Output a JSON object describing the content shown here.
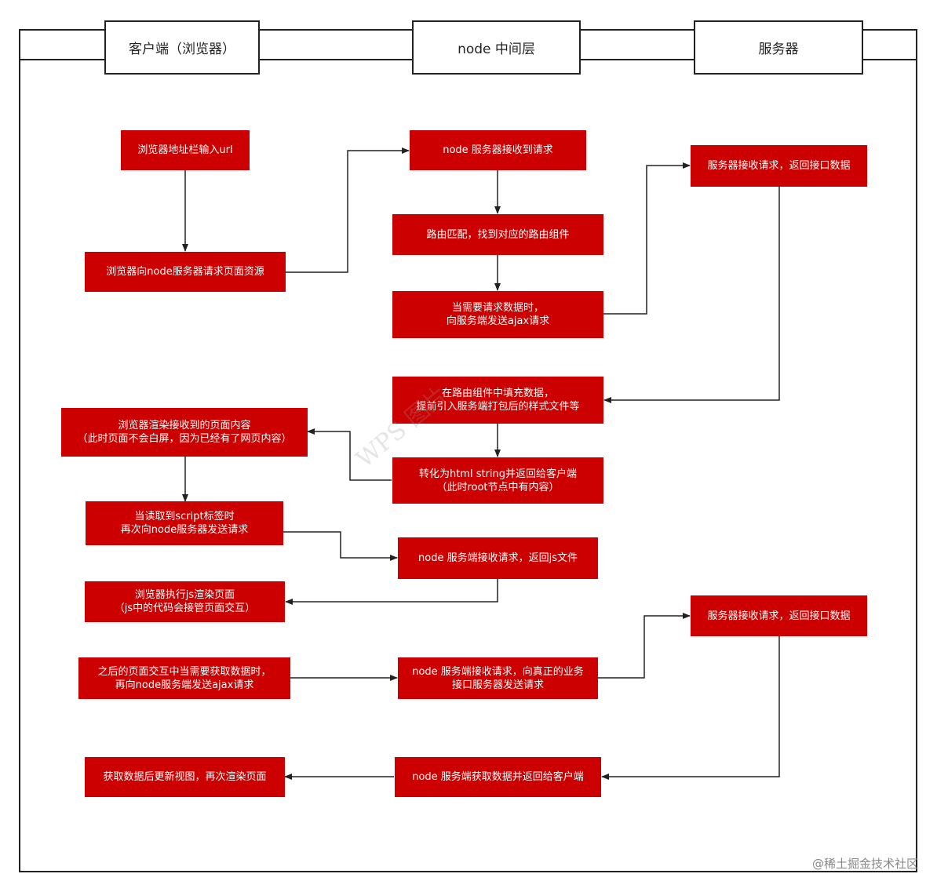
{
  "lanes": {
    "client": "客户端（浏览器）",
    "node": "node 中间层",
    "server": "服务器"
  },
  "nodes": {
    "n1": "浏览器地址栏输入url",
    "n2": "浏览器向node服务器请求页面资源",
    "n3": "node 服务器接收到请求",
    "n4": "路由匹配，找到对应的路由组件",
    "n5": "当需要请求数据时，\n向服务端发送ajax请求",
    "n6": "服务器接收请求，返回接口数据",
    "n7": "在路由组件中填充数据，\n提前引入服务端打包后的样式文件等",
    "n8": "转化为html string并返回给客户端\n（此时root节点中有内容）",
    "n9": "浏览器渲染接收到的页面内容\n（此时页面不会白屏，因为已经有了网页内容）",
    "n10": "当读取到script标签时\n再次向node服务器发送请求",
    "n11": "node 服务端接收请求，返回js文件",
    "n12": "浏览器执行js渲染页面\n（js中的代码会接管页面交互）",
    "n13": "之后的页面交互中当需要获取数据时，\n再向node服务端发送ajax请求",
    "n14": "node 服务端接收请求，向真正的业务\n接口服务器发送请求",
    "n15": "服务器接收请求，返回接口数据",
    "n16": "获取数据后更新视图，再次渲染页面",
    "n17": "node 服务端获取数据并返回给客户端"
  },
  "watermark": "WPS 图片",
  "credit": "@稀土掘金技术社区"
}
